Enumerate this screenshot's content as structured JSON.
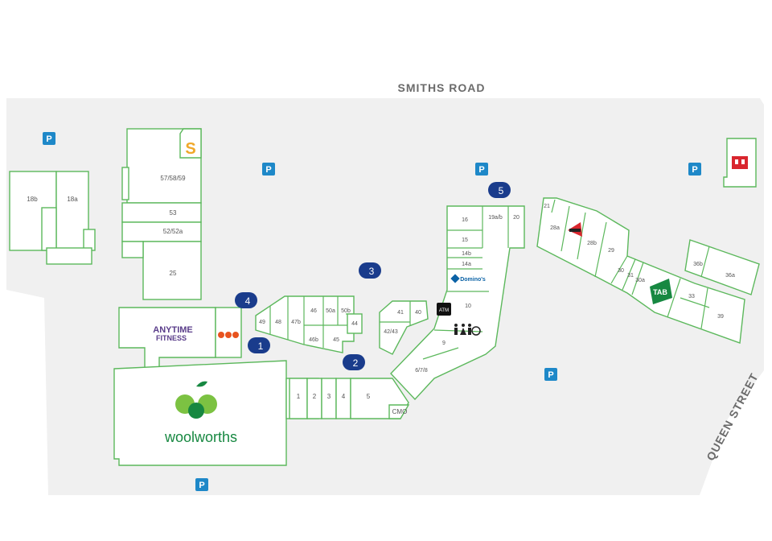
{
  "roads": {
    "smiths": "SMITHS ROAD",
    "queen": "QUEEN STREET"
  },
  "parking": "P",
  "entrances": [
    "1",
    "2",
    "3",
    "4",
    "5"
  ],
  "stores": {
    "s18b": "18b",
    "s18a": "18a",
    "s57": "57/58/59",
    "s53": "53",
    "s52": "52/52a",
    "s25": "25",
    "s16": "16",
    "s19": "19a/b",
    "s20": "20",
    "s15": "15",
    "s14b": "14b",
    "s14a": "14a",
    "s10": "10",
    "s9": "9",
    "s6": "6/7/8",
    "s21": "21",
    "s28": "28a",
    "s28b": "28b",
    "s29": "29",
    "s30": "30",
    "s31": "31",
    "s30a": "30a",
    "s36b": "36b",
    "s36a": "36a",
    "s33": "33",
    "s39": "39",
    "s49": "49",
    "s48": "48",
    "s47b": "47b",
    "s46": "46",
    "s50a": "50a",
    "s50b": "50b",
    "s44": "44",
    "s46b": "46b",
    "s45": "45",
    "s41": "41",
    "s40": "40",
    "s42": "42/43",
    "s1": "1",
    "s2": "2",
    "s3": "3",
    "s4": "4",
    "s5": "5",
    "cmo": "CMO"
  },
  "brands": {
    "anytime_1": "ANYTIME",
    "anytime_2": "FITNESS",
    "woolworths": "woolworths",
    "dominos": "Domino's",
    "tab": "TAB",
    "atm": "ATM",
    "subway": "S"
  },
  "colors": {
    "outline": "#5cb85c",
    "parking": "#1e88c8",
    "entrance": "#1a3c8c",
    "ground": "#f0f0f0",
    "woolworths": "#178841"
  }
}
